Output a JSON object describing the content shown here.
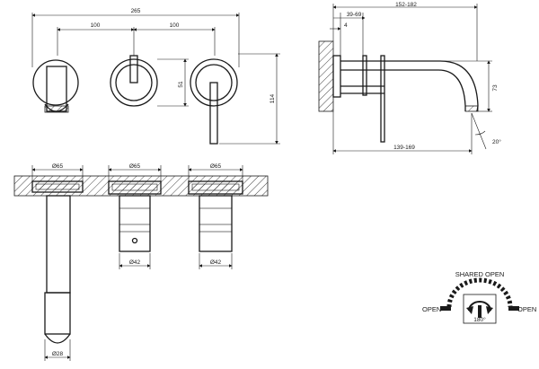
{
  "front_view": {
    "overall_width": "265",
    "spacing_left": "100",
    "spacing_right": "100",
    "handle_dim": "51",
    "height": "114"
  },
  "side_view": {
    "length_range": "152-182",
    "plate_thickness": "4",
    "rosette_range": "39-69",
    "spout_height": "73",
    "projection_range": "139-169",
    "angle": "20°"
  },
  "section_view": {
    "d_spout_rosette": "Ø65",
    "d_mid_rosette": "Ø65",
    "d_right_rosette": "Ø65",
    "d_mid_body": "Ø42",
    "d_right_body": "Ø42",
    "d_spout": "Ø28"
  },
  "handle_diagram": {
    "shared_open": "SHARED OPEN",
    "open_left": "OPEN",
    "open_right": "OPEN",
    "rotation": "180°"
  }
}
